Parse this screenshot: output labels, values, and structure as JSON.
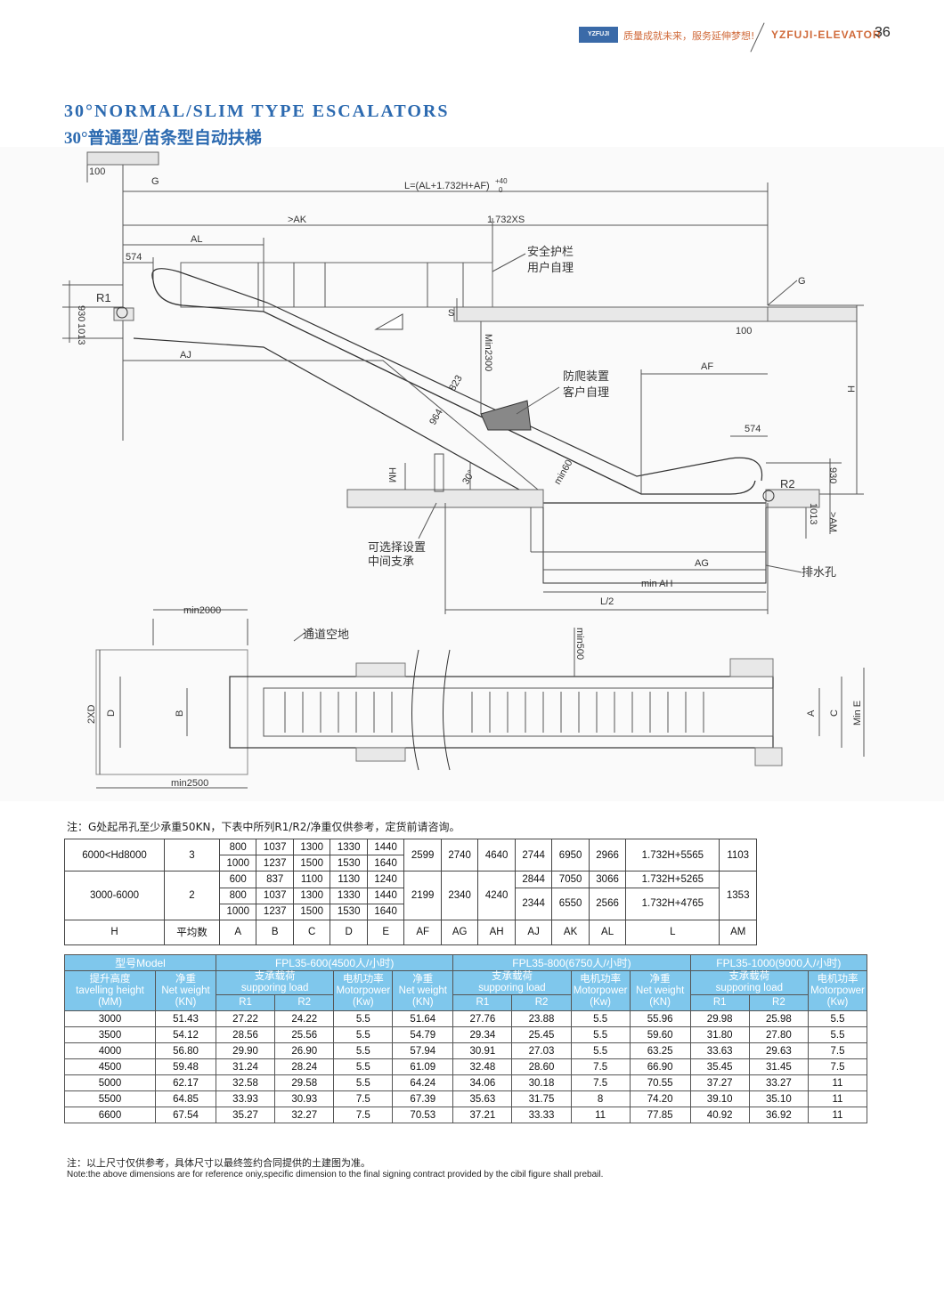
{
  "header": {
    "logo_text": "YZFUJI",
    "slogan": "质量成就未来，服务延伸梦想!",
    "brand": "YZFUJI-ELEVATOR",
    "page_number": "36"
  },
  "title": {
    "en": "30°NORMAL/SLIM TYPE ESCALATORS",
    "cn": "30°普通型/苗条型自动扶梯"
  },
  "drawing": {
    "labels": {
      "formula": "L=(AL+1.732H+AF)",
      "tol_plus": "+40",
      "tol_zero": "0",
      "ak": ">AK",
      "xs": "1.732XS",
      "al": "AL",
      "d574": "574",
      "d574b": "574",
      "d100": "100",
      "d100b": "100",
      "g1": "G",
      "g2": "G",
      "r1": "R1",
      "r2": "R2",
      "d930": "930",
      "d930b": "930",
      "d1013": "1013",
      "d1013b": "1013",
      "aj": "AJ",
      "s": "S",
      "min2300": "Min2300",
      "d823": "823",
      "d964": "964",
      "af": "AF",
      "h": "H",
      "hm": "HM",
      "deg30": "30°",
      "min60": "min60",
      "am": ">AM",
      "ag": "AG",
      "minah": "min AH",
      "l2": "L/2",
      "guard1": "安全护栏",
      "guard2": "用户自理",
      "anti1": "防爬装置",
      "anti2": "客户自理",
      "support1": "可选择设置",
      "support2": "中间支承",
      "drain": "排水孔",
      "passage": "通道空地",
      "min2000": "min2000",
      "min2500": "min2500",
      "min500": "min500",
      "twoxd": "2XD",
      "d": "D",
      "b": "B",
      "a": "A",
      "c": "C",
      "mine": "Min E"
    }
  },
  "note1": "注：G处起吊孔至少承重50KN，下表中所列R1/R2/净重仅供参考，定货前请咨询。",
  "dim_table": {
    "row1": {
      "h": "6000<Hd8000",
      "n": "3",
      "a": [
        "800",
        "1000"
      ],
      "b": [
        "1037",
        "1237"
      ],
      "c": [
        "1300",
        "1500"
      ],
      "d": [
        "1330",
        "1530"
      ],
      "e": [
        "1440",
        "1640"
      ],
      "af": "2599",
      "ag": "2740",
      "ah": "4640",
      "aj": "2744",
      "ak": "6950",
      "al": "2966",
      "l": "1.732H+5565",
      "am": "1103"
    },
    "row2": {
      "h": "3000-6000",
      "n": "2",
      "a": [
        "600",
        "800",
        "1000"
      ],
      "b": [
        "837",
        "1037",
        "1237"
      ],
      "c": [
        "1100",
        "1300",
        "1500"
      ],
      "d": [
        "1130",
        "1330",
        "1530"
      ],
      "e": [
        "1240",
        "1440",
        "1640"
      ],
      "af": "2199",
      "ag": "2340",
      "ah": "4240",
      "aj": [
        "2844",
        "2344"
      ],
      "ak": [
        "7050",
        "6550"
      ],
      "al": [
        "3066",
        "2566"
      ],
      "l": [
        "1.732H+5265",
        "1.732H+4765"
      ],
      "am": "1353"
    },
    "header": [
      "H",
      "平均数",
      "A",
      "B",
      "C",
      "D",
      "E",
      "AF",
      "AG",
      "AH",
      "AJ",
      "AK",
      "AL",
      "L",
      "AM"
    ]
  },
  "spec_table": {
    "model_label": "型号Model",
    "models": [
      "FPL35-600(4500人/小时)",
      "FPL35-800(6750人/小时)",
      "FPL35-1000(9000人/小时)"
    ],
    "col_height": "提升高度\ntavelling height\n(MM)",
    "col_weight": "净重\nNet weight\n(KN)",
    "col_load": "支承载荷\nsupporing load",
    "col_motor": "电机功率\nMotorpower\n(Kw)",
    "r1": "R1",
    "r2": "R2",
    "rows": [
      [
        "3000",
        "51.43",
        "27.22",
        "24.22",
        "5.5",
        "51.64",
        "27.76",
        "23.88",
        "5.5",
        "55.96",
        "29.98",
        "25.98",
        "5.5"
      ],
      [
        "3500",
        "54.12",
        "28.56",
        "25.56",
        "5.5",
        "54.79",
        "29.34",
        "25.45",
        "5.5",
        "59.60",
        "31.80",
        "27.80",
        "5.5"
      ],
      [
        "4000",
        "56.80",
        "29.90",
        "26.90",
        "5.5",
        "57.94",
        "30.91",
        "27.03",
        "5.5",
        "63.25",
        "33.63",
        "29.63",
        "7.5"
      ],
      [
        "4500",
        "59.48",
        "31.24",
        "28.24",
        "5.5",
        "61.09",
        "32.48",
        "28.60",
        "7.5",
        "66.90",
        "35.45",
        "31.45",
        "7.5"
      ],
      [
        "5000",
        "62.17",
        "32.58",
        "29.58",
        "5.5",
        "64.24",
        "34.06",
        "30.18",
        "7.5",
        "70.55",
        "37.27",
        "33.27",
        "11"
      ],
      [
        "5500",
        "64.85",
        "33.93",
        "30.93",
        "7.5",
        "67.39",
        "35.63",
        "31.75",
        "8",
        "74.20",
        "39.10",
        "35.10",
        "11"
      ],
      [
        "6600",
        "67.54",
        "35.27",
        "32.27",
        "7.5",
        "70.53",
        "37.21",
        "33.33",
        "11",
        "77.85",
        "40.92",
        "36.92",
        "11"
      ]
    ]
  },
  "note2": "注：以上尺寸仅供参考，具体尺寸以最终签约合同提供的土建图为准。",
  "note3": "Note:the above dimensions are for reference oniy,specific dimension to the final signing contract provided by the cibil figure shall prebail."
}
